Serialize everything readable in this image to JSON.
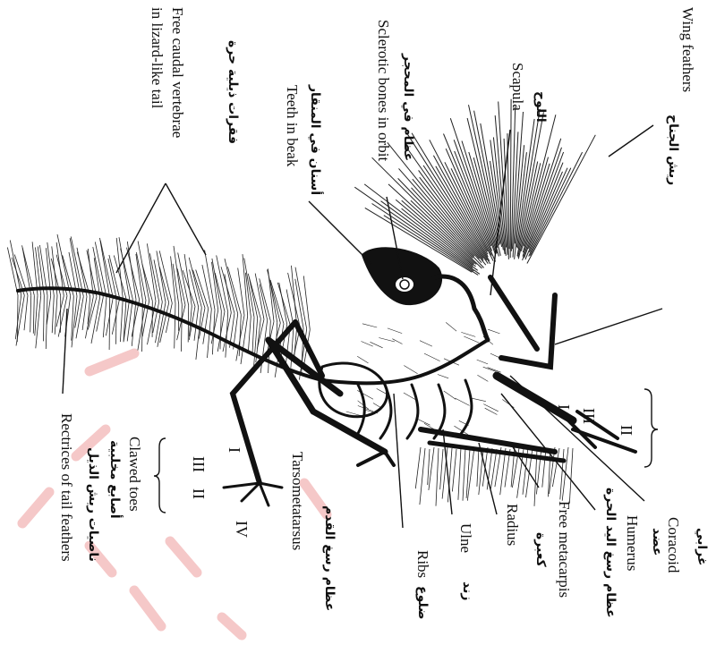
{
  "labels": {
    "wing_feathers": "Wing feathers",
    "wing_feathers_ar": "ريش الجناح",
    "scapula": "Scapula",
    "scapula_ar": "اللوح",
    "sclerotic": "Sclerotic bones in orbit",
    "sclerotic_ar": "عظام في المحجر",
    "teeth": "Teeth in beak",
    "teeth_ar": "أسنان في المنقار",
    "caudal_1": "Free caudal vertebrae",
    "caudal_2": "in lizard-like tail",
    "caudal_ar": "فقرات ذيلية حرة",
    "coracoid": "Coracoid",
    "coracoid_ar": "غرابي",
    "humerus": "Humerus",
    "humerus_ar": "عضد",
    "metacarpal_ar": "عظام رسغ اليد الحرة",
    "free_metacarpals": "Free metacarpis",
    "radius": "Radius",
    "radius_ar": "كعبرة",
    "ulna": "Ulne",
    "ulna_ar": "زند",
    "ribs": "Ribs",
    "ribs_ar": "ضلوع",
    "tarso": "Tarsometatarsus",
    "tarso_ar": "عظام رسغ القدم",
    "clawed_toes": "Clawed toes",
    "clawed_toes_ar": "أصابع مخلبية",
    "rectrices": "Rectrices of tail feathers",
    "rectrices_ar": "ناصيات ريش الذيل",
    "digit_I": "I",
    "digit_II": "II",
    "digit_III": "III",
    "digit_IV": "IV",
    "hand_I": "I",
    "hand_II": "II",
    "hand_III": "III"
  },
  "colors": {
    "ink": "#111111",
    "watermark": "#ec9a9a"
  }
}
